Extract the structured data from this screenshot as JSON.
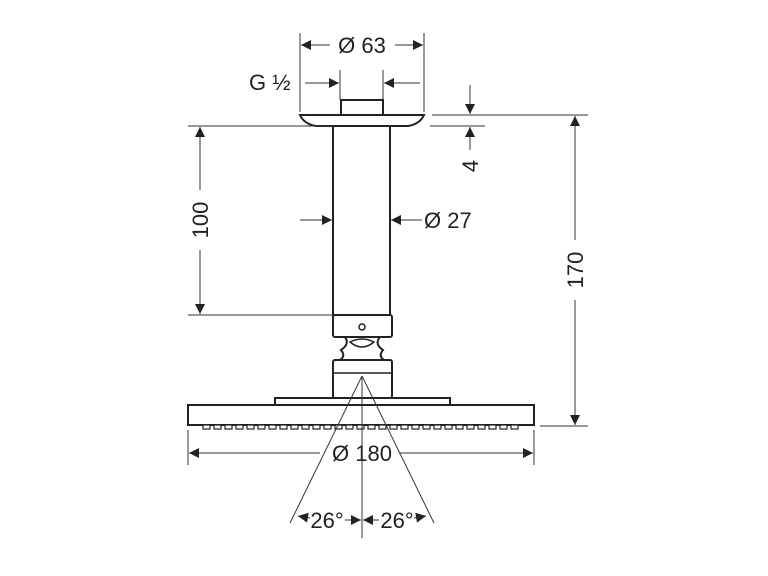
{
  "drawing": {
    "flange_diameter": "Ø 63",
    "thread": "G ½",
    "arm_length": "100",
    "arm_diameter": "Ø 27",
    "flange_height": "4",
    "total_height": "170",
    "head_diameter": "Ø 180",
    "spray_angle_left": "26°",
    "spray_angle_right": "26°"
  }
}
